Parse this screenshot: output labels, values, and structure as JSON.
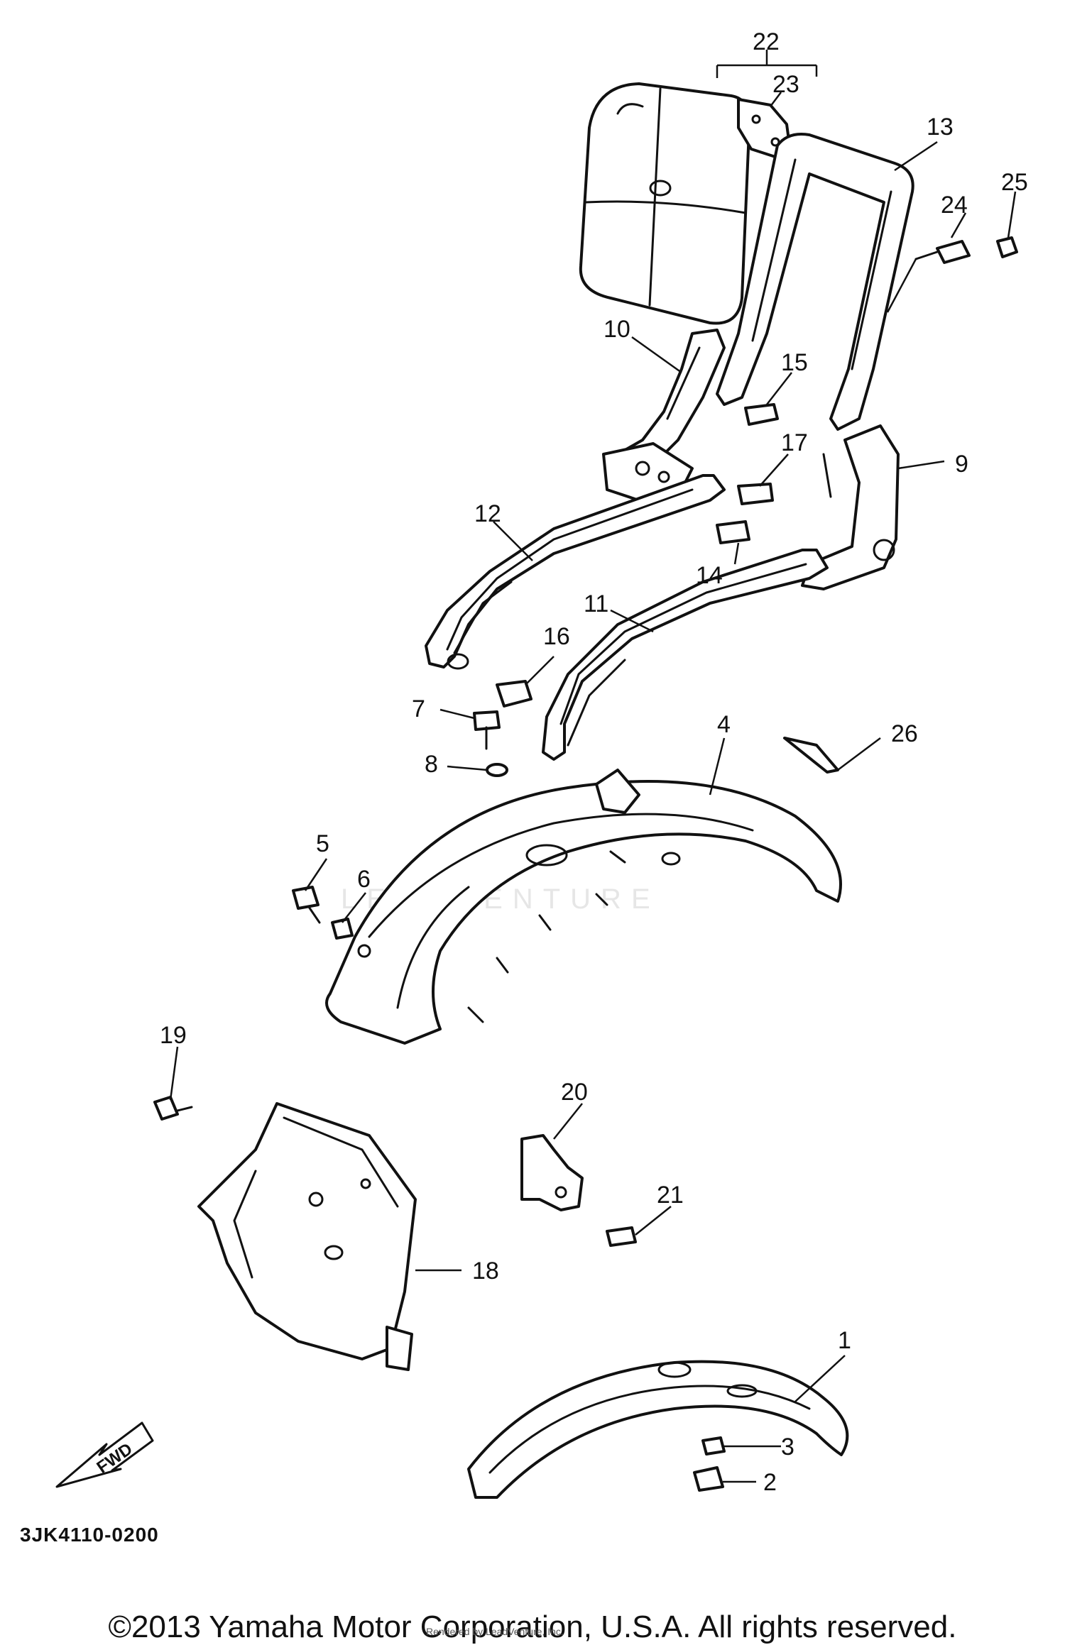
{
  "diagram_code": "3JK4110-0200",
  "copyright": "©2013 Yamaha Motor Corporation, U.S.A. All rights reserved.",
  "rendered_by": "Rendered by LeadVenture, Inc.",
  "watermark": "LEADVENTURE",
  "fwd_label": "FWD",
  "callouts": [
    "1",
    "2",
    "3",
    "4",
    "5",
    "6",
    "7",
    "8",
    "9",
    "10",
    "11",
    "12",
    "13",
    "14",
    "15",
    "16",
    "17",
    "18",
    "19",
    "20",
    "21",
    "22",
    "23",
    "24",
    "25",
    "26"
  ],
  "parts": [
    {
      "id": "backrest-pad",
      "callout": "22"
    },
    {
      "id": "backrest-plate",
      "callout": "23"
    },
    {
      "id": "backrest-frame",
      "callout": "13"
    },
    {
      "id": "bracket-left",
      "callout": "10"
    },
    {
      "id": "bracket-right",
      "callout": "9"
    },
    {
      "id": "side-bar-left",
      "callout": "12"
    },
    {
      "id": "side-bar-right",
      "callout": "11"
    },
    {
      "id": "rear-fender",
      "callout": "4"
    },
    {
      "id": "inner-fender",
      "callout": "18"
    },
    {
      "id": "front-fender",
      "callout": "1"
    },
    {
      "id": "bracket-20",
      "callout": "20"
    },
    {
      "id": "sticker",
      "callout": "26"
    }
  ]
}
